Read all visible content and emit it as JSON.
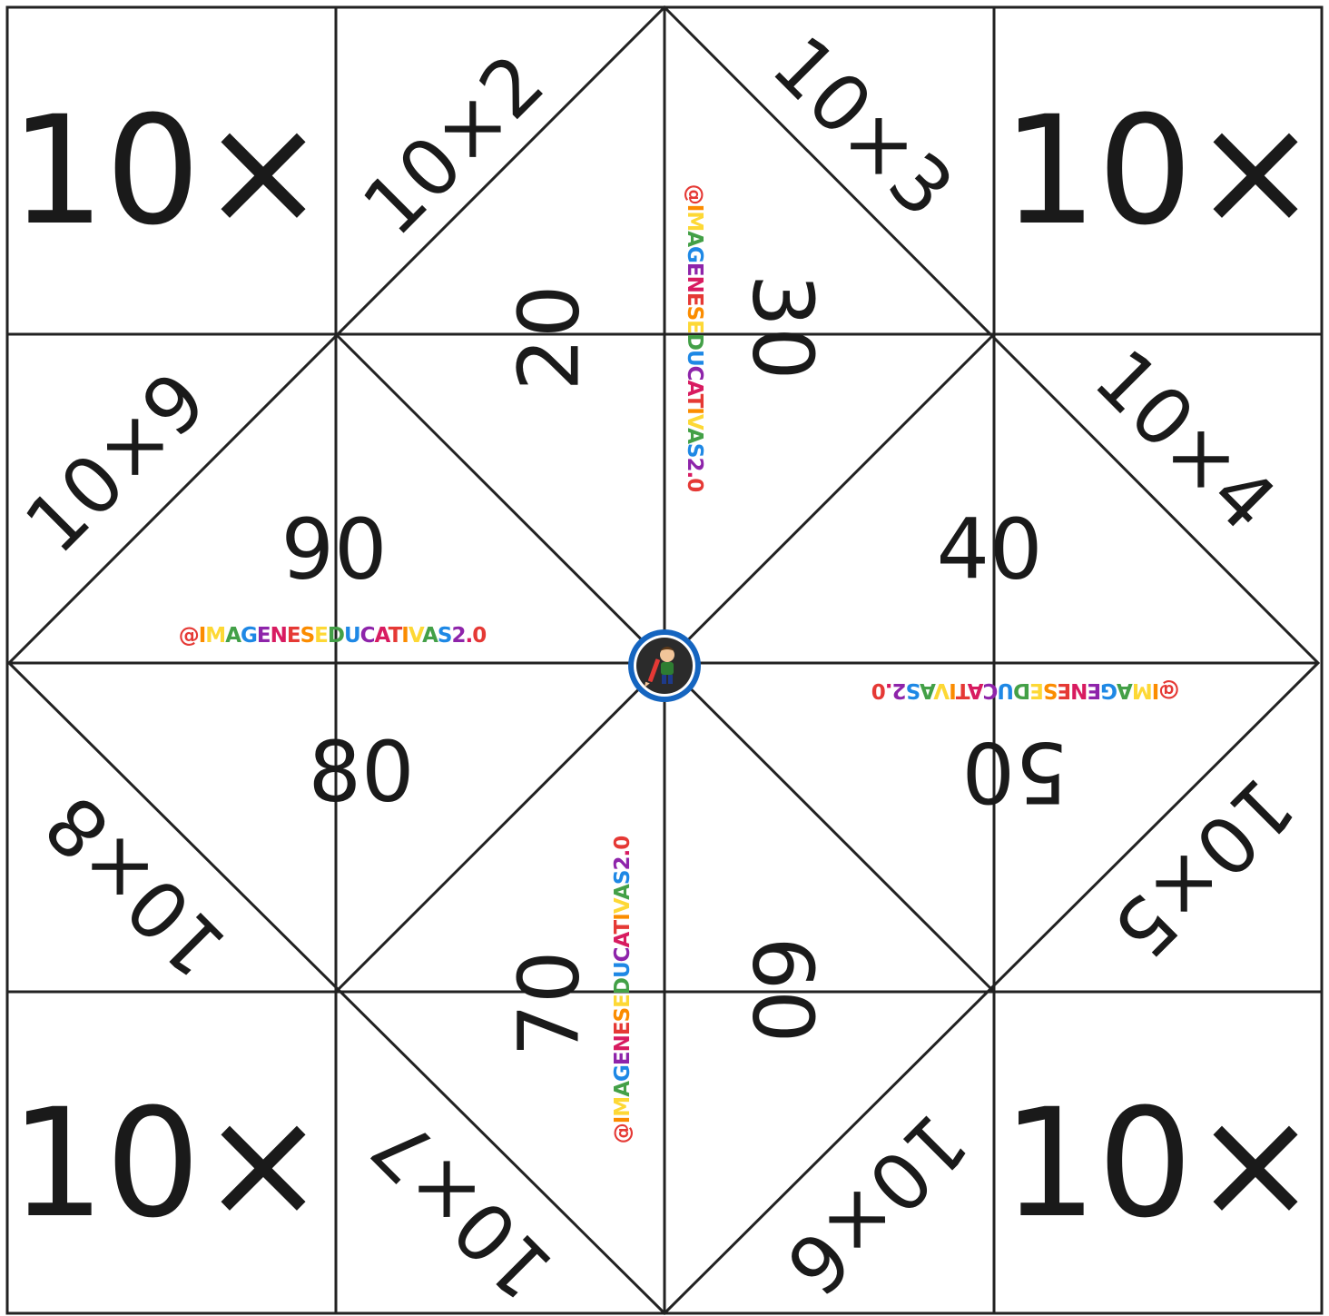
{
  "corners": {
    "top_left": "10×",
    "top_right": "10×",
    "bottom_left": "10×",
    "bottom_right": "10×"
  },
  "flaps": {
    "f2": "10×2",
    "f3": "10×3",
    "f4": "10×4",
    "f5": "10×5",
    "f6": "10×6",
    "f7": "10×7",
    "f8": "10×8",
    "f9": "10×9"
  },
  "answers": {
    "a20": "20",
    "a30": "30",
    "a40": "40",
    "a50": "50",
    "a60": "60",
    "a70": "70",
    "a80": "80",
    "a90": "90"
  },
  "watermark": {
    "text": "@IMAGENESEDUCATIVAS2.0",
    "colors": [
      "#e53935",
      "#fb8c00",
      "#fdd835",
      "#43a047",
      "#1e88e5",
      "#8e24aa",
      "#d81b60"
    ]
  },
  "center_logo": {
    "icon": "boy-with-pencil-logo",
    "ring_color": "#1565c0",
    "fill_color": "#2b2b2b"
  }
}
